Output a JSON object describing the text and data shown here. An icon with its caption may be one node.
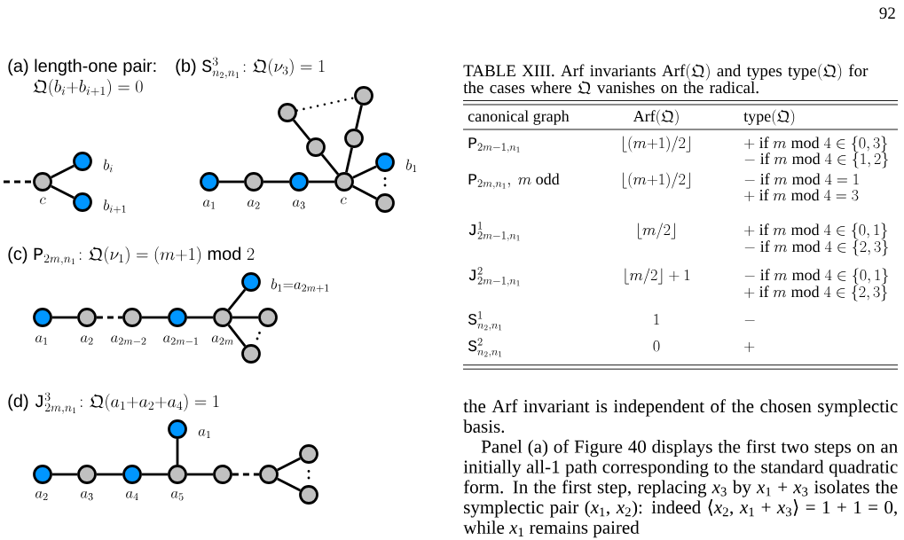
{
  "diagram": {
    "nodes": [
      {
        "text": [],
        "shape": "circle",
        "beside": [
          "c"
        ]
      },
      {
        "text": [],
        "shape": "circle",
        "beside": [
          "b_i"
        ]
      },
      {
        "text": [],
        "shape": "circle",
        "beside": [
          "b_{i+1}"
        ]
      },
      {
        "text": [],
        "shape": "circle",
        "beside": [
          "a_1"
        ]
      },
      {
        "text": [],
        "shape": "circle",
        "beside": [
          "a_2"
        ]
      },
      {
        "text": [],
        "shape": "circle",
        "beside": [
          "a_3"
        ]
      },
      {
        "text": [],
        "shape": "circle",
        "beside": [
          "c"
        ]
      },
      {
        "text": [],
        "shape": "circle"
      },
      {
        "text": [],
        "shape": "circle"
      },
      {
        "text": [],
        "shape": "circle"
      },
      {
        "text": [],
        "shape": "circle"
      },
      {
        "text": [],
        "shape": "circle",
        "beside": [
          "b_1"
        ]
      },
      {
        "text": [],
        "shape": "circle"
      },
      {
        "text": [],
        "shape": "circle",
        "beside": [
          "a_1"
        ]
      },
      {
        "text": [],
        "shape": "circle",
        "beside": [
          "a_2"
        ]
      },
      {
        "text": [],
        "shape": "circle",
        "beside": [
          "a_{2m-2}"
        ]
      },
      {
        "text": [],
        "shape": "circle",
        "beside": [
          "a_{2m-1}"
        ]
      },
      {
        "text": [],
        "shape": "circle",
        "beside": [
          "a_{2m}"
        ]
      },
      {
        "text": [],
        "shape": "circle",
        "beside": [
          "b_1{=}a_{2m+1}"
        ]
      },
      {
        "text": [],
        "shape": "circle"
      },
      {
        "text": [],
        "shape": "circle"
      },
      {
        "text": [],
        "shape": "circle",
        "beside": [
          "a_1"
        ]
      },
      {
        "text": [],
        "shape": "circle",
        "beside": [
          "a_2"
        ]
      },
      {
        "text": [],
        "shape": "circle",
        "beside": [
          "a_3"
        ]
      },
      {
        "text": [],
        "shape": "circle",
        "beside": [
          "a_4"
        ]
      },
      {
        "text": [],
        "shape": "circle",
        "beside": [
          "a_5"
        ]
      },
      {
        "text": [],
        "shape": "circle"
      },
      {
        "text": [],
        "shape": "circle"
      },
      {
        "text": [],
        "shape": "circle"
      },
      {
        "text": [],
        "shape": "circle"
      }
    ],
    "edges": [
      {
        "from": null,
        "to": 0,
        "arrow": "none",
        "style": "dashed"
      },
      {
        "from": 0,
        "to": 1,
        "arrow": "none"
      },
      {
        "from": 0,
        "to": 2,
        "arrow": "none"
      },
      {
        "from": 3,
        "to": 4,
        "arrow": "none"
      },
      {
        "from": 4,
        "to": 5,
        "arrow": "none"
      },
      {
        "from": 5,
        "to": 6,
        "arrow": "none"
      },
      {
        "from": 6,
        "to": 7,
        "arrow": "none"
      },
      {
        "from": 7,
        "to": 8,
        "arrow": "none"
      },
      {
        "from": 6,
        "to": 9,
        "arrow": "none"
      },
      {
        "from": 9,
        "to": 10,
        "arrow": "none"
      },
      {
        "from": 8,
        "to": 10,
        "arrow": "none",
        "style": "dashed"
      },
      {
        "from": 6,
        "to": 11,
        "arrow": "none"
      },
      {
        "from": 6,
        "to": 12,
        "arrow": "none"
      },
      {
        "from": 13,
        "to": 14,
        "arrow": "none"
      },
      {
        "from": 14,
        "to": 15,
        "arrow": "none",
        "style": "dashed"
      },
      {
        "from": 15,
        "to": 16,
        "arrow": "none"
      },
      {
        "from": 16,
        "to": 17,
        "arrow": "none"
      },
      {
        "from": 17,
        "to": 18,
        "arrow": "none"
      },
      {
        "from": 17,
        "to": 19,
        "arrow": "none"
      },
      {
        "from": 17,
        "to": 20,
        "arrow": "none"
      },
      {
        "from": 22,
        "to": 23,
        "arrow": "none"
      },
      {
        "from": 23,
        "to": 24,
        "arrow": "none"
      },
      {
        "from": 24,
        "to": 25,
        "arrow": "none"
      },
      {
        "from": 25,
        "to": 21,
        "arrow": "none"
      },
      {
        "from": 25,
        "to": 26,
        "arrow": "none"
      },
      {
        "from": 26,
        "to": 27,
        "arrow": "none",
        "style": "dashed"
      },
      {
        "from": 27,
        "to": 28,
        "arrow": "none"
      },
      {
        "from": 27,
        "to": 29,
        "arrow": "none"
      }
    ],
    "labels": [
      "92",
      "(a) length-one pair:",
      "\\mathfrak{Q}(b_i{+}b_{i+1})=0",
      "\\text{(b) }\\mathtt{S}^3_{n_2,n_1}\\colon \\mathfrak{Q}(\\nu_3)=1",
      "\\text{(c) }\\mathtt{P}_{2m,n_1}\\colon \\mathfrak{Q}(\\nu_1)=(m{+}1)\\text{ mod }2",
      "\\text{(d) }\\mathtt{J}^3_{2m,n_1}\\colon \\mathfrak{Q}(a_1{+}a_2{+}a_4)=1",
      "\\text{TABLE XIII. Arf invariants }\\mathrm{Arf}(\\mathfrak{Q})\\text{ and types }\\mathrm{type}(\\mathfrak{Q})\\text{ for}\\allowbreak\\ \\text{the cases where }\\mathfrak{Q}\\text{ vanishes on the radical.}",
      "canonical graph",
      "\\mathrm{Arf}(\\mathfrak{Q})",
      "\\mathrm{type}(\\mathfrak{Q})",
      "\\mathtt{P}_{2m-1,n_1}",
      "\\lfloor (m{+}1)/2\\rfloor",
      "+\\text{ if }m\\bmod 4\\in\\{0,3\\}",
      "-\\text{ if }m\\bmod 4\\in\\{1,2\\}",
      "\\mathtt{P}_{2m,n_1},\\ m\\text{ odd}",
      "\\lfloor (m{+}1)/2\\rfloor",
      "-\\text{ if }m\\bmod 4=1",
      "+\\text{ if }m\\bmod 4=3",
      "\\mathtt{J}^1_{2m-1,n_1}",
      "\\lfloor m/2\\rfloor",
      "+\\text{ if }m\\bmod 4\\in\\{0,1\\}",
      "-\\text{ if }m\\bmod 4\\in\\{2,3\\}",
      "\\mathtt{J}^2_{2m-1,n_1}",
      "\\lfloor m/2\\rfloor+1",
      "-\\text{ if }m\\bmod 4\\in\\{0,1\\}",
      "+\\text{ if }m\\bmod 4\\in\\{2,3\\}",
      "\\mathtt{S}^1_{n_2,n_1}",
      "1",
      "-",
      "\\mathtt{S}^2_{n_2,n_1}",
      "0",
      "+",
      "the Arf invariant is independent of the chosen symplectic basis.",
      "Panel (a) of Figure 40 displays the first two steps on an initially all-1 path corresponding to the standard quadratic form. In the first step, replacing *x*$_{3}$ by *x*$_{1}$ + *x*$_{3}$ isolates the symplectic pair (*x*$_{1}$, *x*$_{2}$): indeed ⟨*x*$_{2}$, *x*$_{1}$ + *x*$_{3}$⟩ = 1 + 1 = 0, while *x*$_{1}$ remains paired"
    ]
  }
}
